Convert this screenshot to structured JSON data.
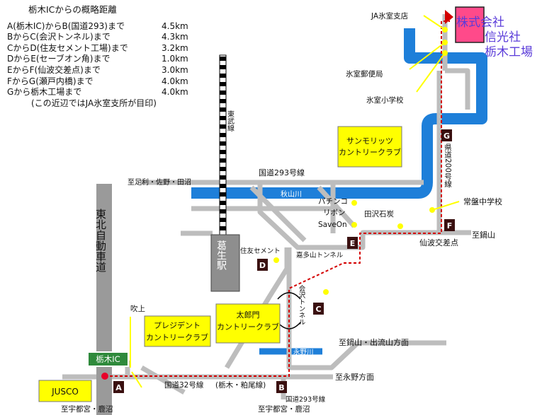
{
  "legend": {
    "title": "栃木ICからの概略距離",
    "rows": [
      {
        "label": "A(栃木IC)からB(国道293)まで",
        "distance": "4.5km"
      },
      {
        "label": "BからC(会沢トンネル)まで",
        "distance": "4.3km"
      },
      {
        "label": "CからD(住友セメント工場)まで",
        "distance": "3.2km"
      },
      {
        "label": "DからE(セーブオン角)まで",
        "distance": "1.0km"
      },
      {
        "label": "EからF(仙波交差点)まで",
        "distance": "3.0km"
      },
      {
        "label": "FからG(瀬戸内橋)まで",
        "distance": "4.0km"
      },
      {
        "label": "Gから栃木工場まで",
        "distance": "4.0km"
      }
    ],
    "note": "(この近辺ではJA氷室支所が目印)"
  },
  "company": {
    "line1": "株式会社",
    "line2": "信光社",
    "line3": "栃木工場"
  },
  "points": {
    "A": "A",
    "B": "B",
    "C": "C",
    "D": "D",
    "E": "E",
    "F": "F",
    "G": "G"
  },
  "labels": {
    "ja": "JA氷室支店",
    "post": "氷室郵便局",
    "school": "氷室小学校",
    "tobu": "東武線",
    "golf1_l1": "サンモリッツ",
    "golf1_l2": "カントリークラブ",
    "pref200": "県道200号線",
    "ashikaga": "至足利・佐野・田沼",
    "r293": "国道293号線",
    "akiyama": "秋山川",
    "joban": "常盤中学校",
    "pachinko_l1": "パチンコ",
    "pachinko_l2": "リボン",
    "saveon": "SaveOn",
    "tazawa": "田沢石炭",
    "nabeyama": "至鍋山",
    "sumitomo": "住友セメント",
    "kuzo": "葛生駅",
    "tohoku": "東北自動車道",
    "senba": "仙波交差点",
    "kadoyama": "嘉多山トンネル",
    "aizawa": "会沢トンネル",
    "fukiage": "吹上",
    "golf2_l1": "太郎門",
    "golf2_l2": "カントリークラブ",
    "golf3_l1": "プレジデント",
    "golf3_l2": "カントリークラブ",
    "nabeyama2": "至鍋山・出流山方面",
    "nagano": "永野川",
    "tochigi_ic": "栃木IC",
    "nagano_dir": "至永野方面",
    "jusco": "JUSCO",
    "r32": "国道32号線",
    "tochigi_kasuo": "(栃木・粕尾線)",
    "r293b": "国道293号線",
    "utsunomiya1": "至宇都宮・鹿沼",
    "utsunomiya2": "至宇都宮・鹿沼"
  },
  "colors": {
    "road": "#bdbdbd",
    "river": "#1e7fd9",
    "route": "#d40000",
    "golf": "#ffff00",
    "company": "#ff4a8a",
    "point_box": "#3a1010",
    "expressway": "#9a9a9a",
    "ic_sign": "#2f8a3c"
  }
}
